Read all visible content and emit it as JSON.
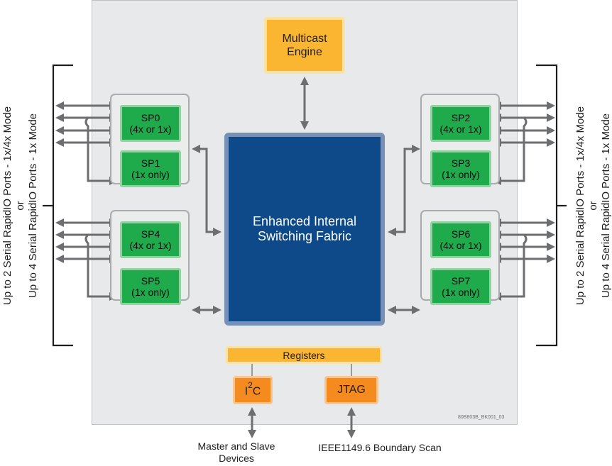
{
  "diagram": {
    "multicast_engine": "Multicast Engine",
    "fabric": "Enhanced Internal Switching Fabric",
    "ports": [
      {
        "name": "SP0",
        "mode": "(4x or 1x)"
      },
      {
        "name": "SP1",
        "mode": "(1x only)"
      },
      {
        "name": "SP2",
        "mode": "(4x or 1x)"
      },
      {
        "name": "SP3",
        "mode": "(1x only)"
      },
      {
        "name": "SP4",
        "mode": "(4x or 1x)"
      },
      {
        "name": "SP5",
        "mode": "(1x only)"
      },
      {
        "name": "SP6",
        "mode": "(4x or 1x)"
      },
      {
        "name": "SP7",
        "mode": "(1x only)"
      }
    ],
    "registers": "Registers",
    "i2c_base": "I",
    "i2c_sup": "2",
    "i2c_tail": "C",
    "jtag": "JTAG",
    "master_slave": "Master and Slave Devices",
    "boundary_scan": "IEEE1149.6 Boundary Scan",
    "side_line1": "Up to 2 Serial RapidIO Ports - 1x/4x Mode",
    "side_line2": "or",
    "side_line3": "Up to 4 Serial RapidIO Ports - 1x Mode",
    "figure_id": "80B803B_BK001_03"
  }
}
